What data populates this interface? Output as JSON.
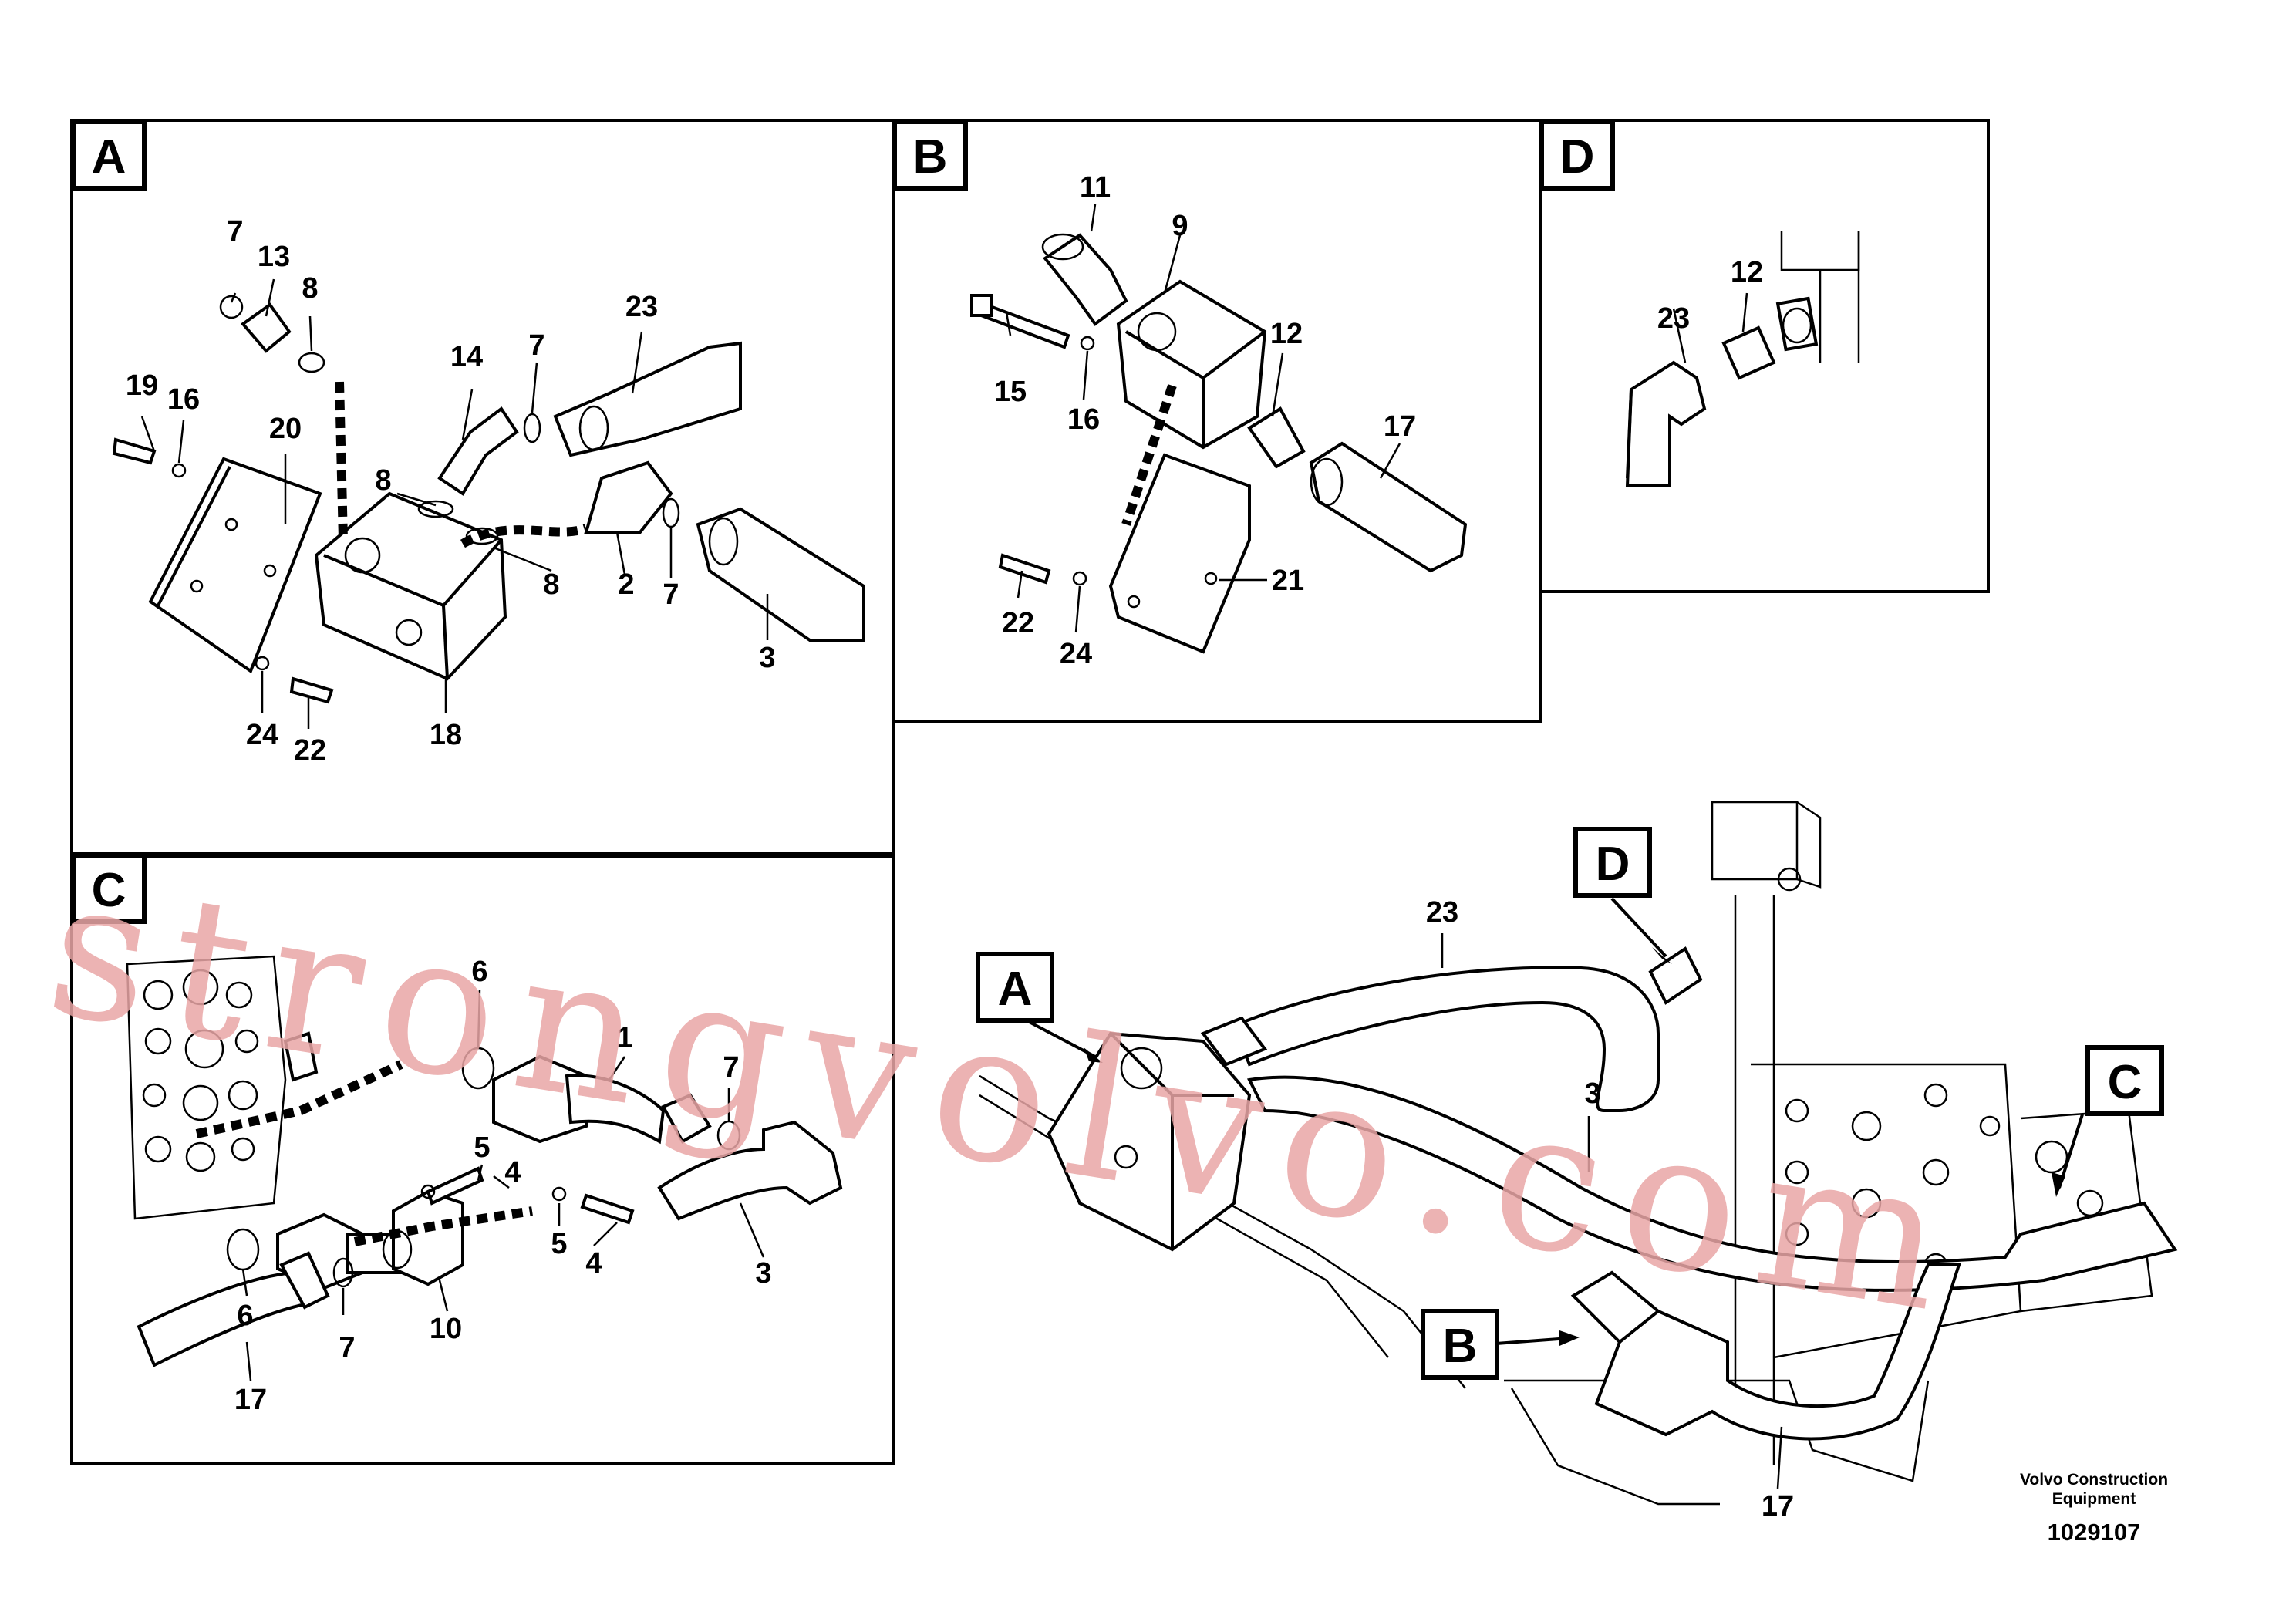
{
  "panels": [
    {
      "id": "A",
      "tag": "A"
    },
    {
      "id": "B",
      "tag": "B"
    },
    {
      "id": "C",
      "tag": "C"
    },
    {
      "id": "D",
      "tag": "D"
    }
  ],
  "callouts": {
    "main_A": "A",
    "main_B": "B",
    "main_C": "C",
    "main_D": "D"
  },
  "labels": {
    "a": [
      "7",
      "13",
      "8",
      "19",
      "16",
      "20",
      "14",
      "7",
      "23",
      "8",
      "8",
      "2",
      "7",
      "3",
      "24",
      "22",
      "18"
    ],
    "b": [
      "11",
      "9",
      "15",
      "16",
      "12",
      "17",
      "22",
      "24",
      "21"
    ],
    "d": [
      "23",
      "12"
    ],
    "c": [
      "6",
      "1",
      "7",
      "5",
      "4",
      "6",
      "5",
      "4",
      "3",
      "7",
      "10",
      "17"
    ],
    "m": [
      "23",
      "3",
      "17"
    ]
  },
  "watermark": "strongvolvo.com",
  "footer": {
    "company_line1": "Volvo Construction",
    "company_line2": "Equipment",
    "drawing_number": "1029107"
  }
}
